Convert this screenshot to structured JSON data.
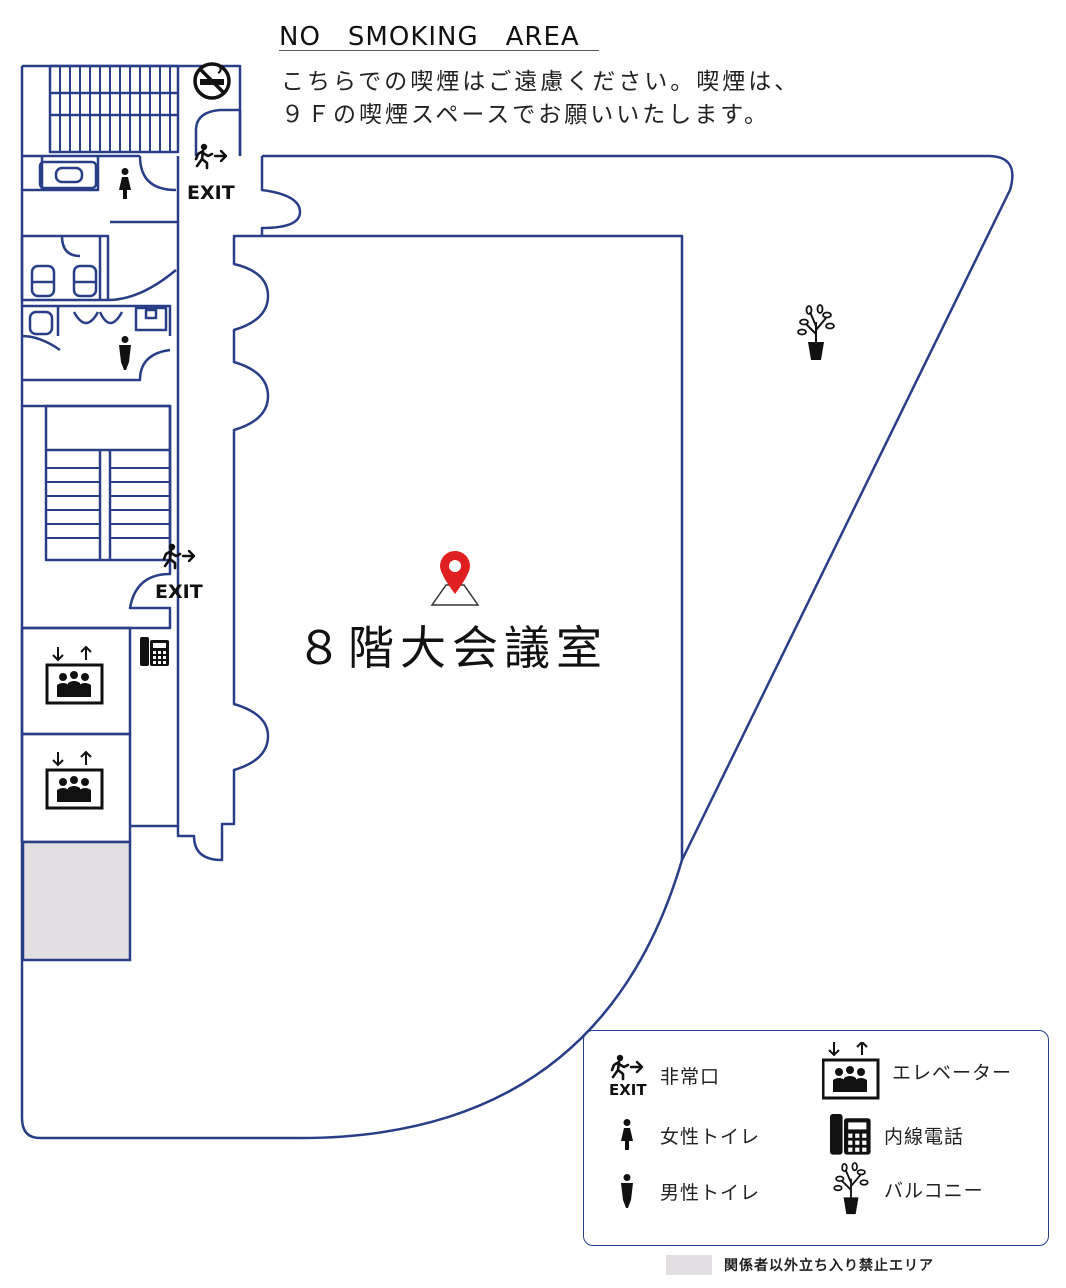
{
  "notice": {
    "title": "NO　SMOKING　AREA",
    "line1": "こちらでの喫煙はご遠慮ください。喫煙は、",
    "line2": "９Ｆの喫煙スペースでお願いいたします。"
  },
  "room": {
    "name": "８階大会議室"
  },
  "exit_signs": {
    "top": "EXIT",
    "middle": "EXIT",
    "legend": "EXIT"
  },
  "legend": {
    "items": [
      {
        "icon": "emergency-exit-icon",
        "label": "非常口"
      },
      {
        "icon": "elevator-icon",
        "label": "エレベーター"
      },
      {
        "icon": "womens-toilet-icon",
        "label": "女性トイレ"
      },
      {
        "icon": "extension-phone-icon",
        "label": "内線電話"
      },
      {
        "icon": "mens-toilet-icon",
        "label": "男性トイレ"
      },
      {
        "icon": "balcony-plant-icon",
        "label": "バルコニー"
      }
    ],
    "restricted_label": "関係者以外立ち入り禁止エリア"
  },
  "colors": {
    "wall": "#283e87",
    "marker": "#e02020",
    "restricted": "#e2dee2",
    "icon": "#111111"
  }
}
